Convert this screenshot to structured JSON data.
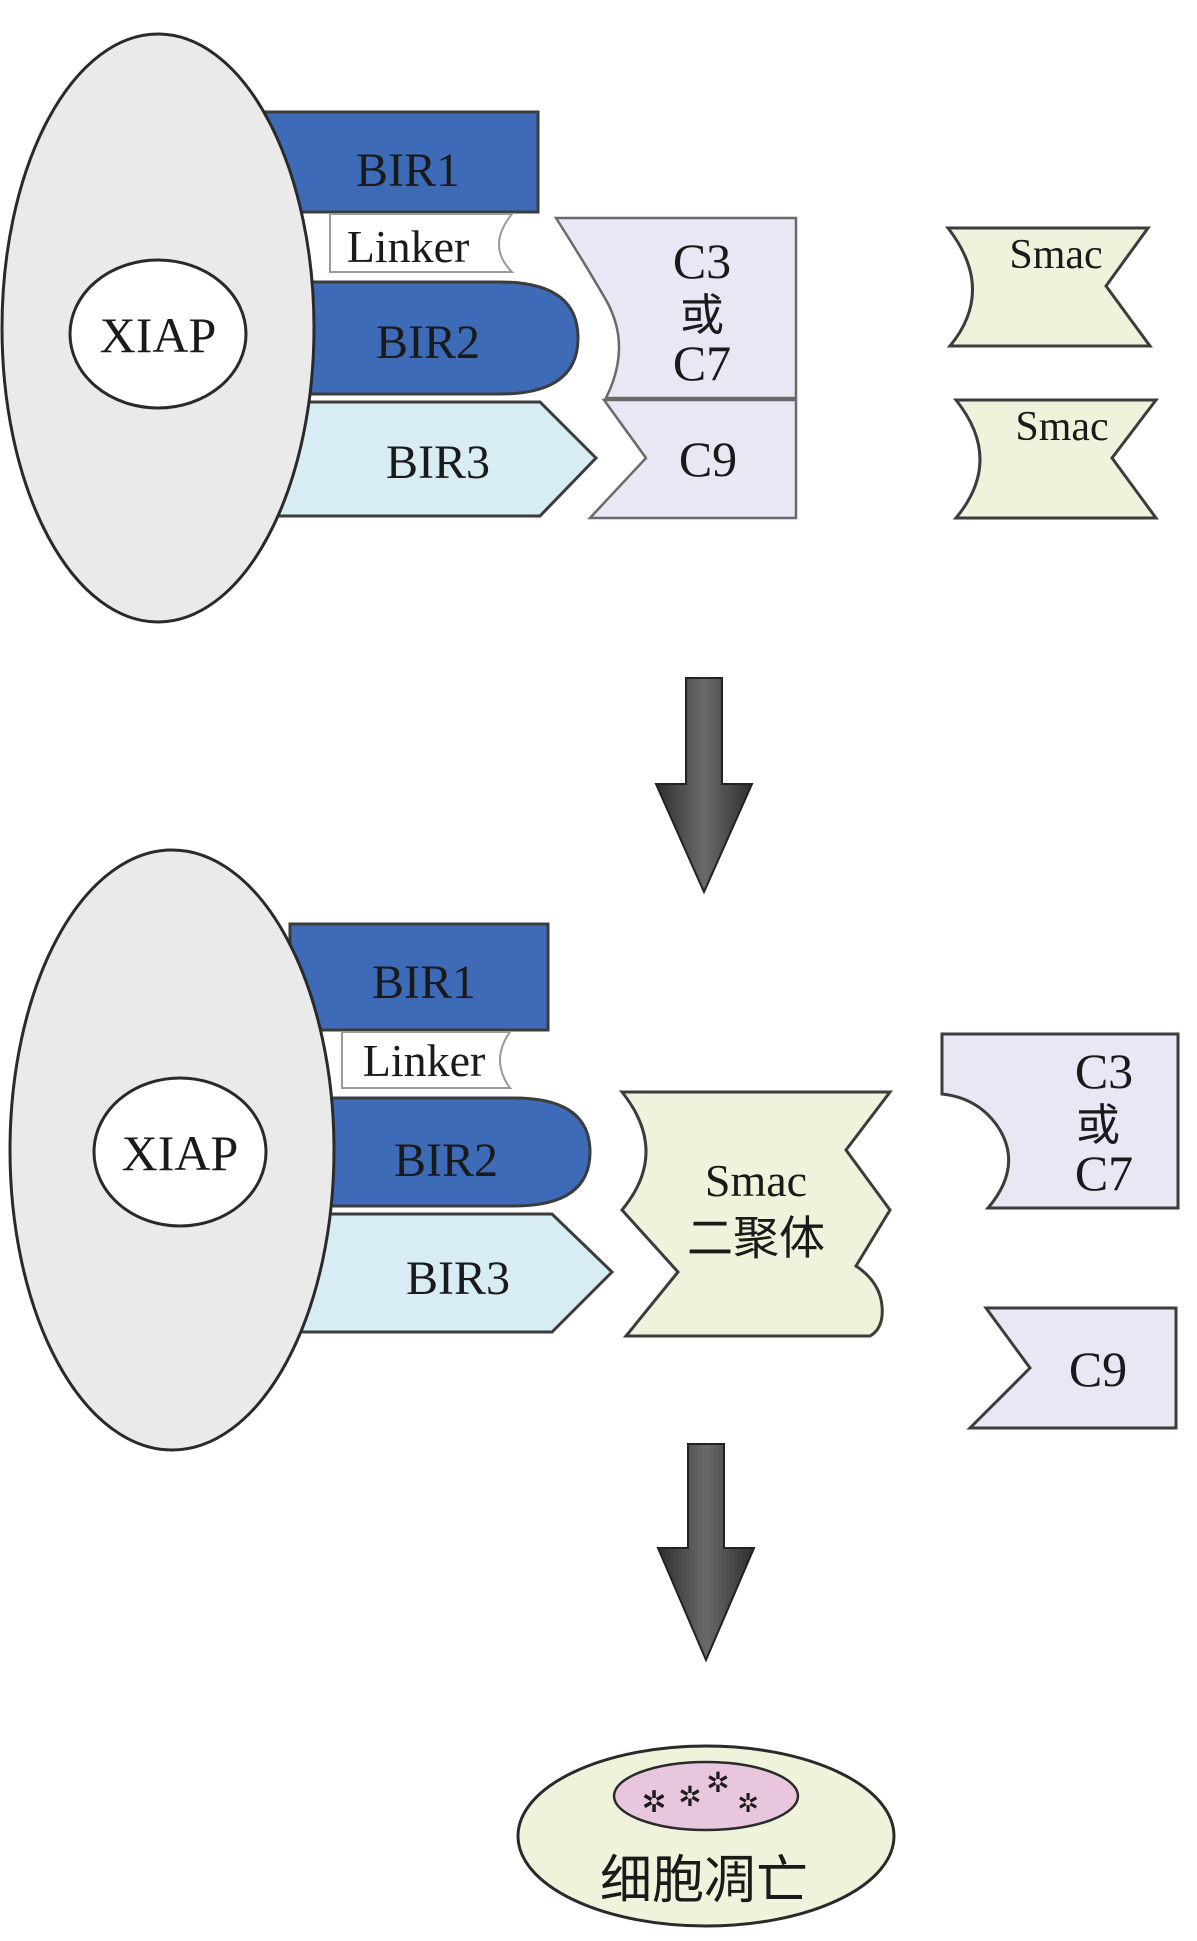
{
  "top_panel": {
    "xiap_label": "XIAP",
    "bir1_label": "BIR1",
    "linker_label": "Linker",
    "bir2_label": "BIR2",
    "bir3_label": "BIR3",
    "caspase37": {
      "line1": "C3",
      "line2": "或",
      "line3": "C7"
    },
    "c9_label": "C9",
    "smac1_label": "Smac",
    "smac2_label": "Smac"
  },
  "bottom_panel": {
    "xiap_label": "XIAP",
    "bir1_label": "BIR1",
    "linker_label": "Linker",
    "bir2_label": "BIR2",
    "bir3_label": "BIR3",
    "smac_dimer": {
      "line1": "Smac",
      "line2": "二聚体"
    },
    "caspase37": {
      "line1": "C3",
      "line2": "或",
      "line3": "C7"
    },
    "c9_label": "C9"
  },
  "apoptosis_label": "细胞凋亡",
  "colors": {
    "bir_dark_blue": "#3d6bb8",
    "bir3_light_blue": "#d8ecf4",
    "caspase_lavender": "#ebe6f4",
    "smac_pale_green": "#f0f3dc",
    "xiap_gray": "#eaeaea",
    "arrow_dark": "#4a4a4a",
    "apoptosis_nucleus": "#e8c7de"
  }
}
